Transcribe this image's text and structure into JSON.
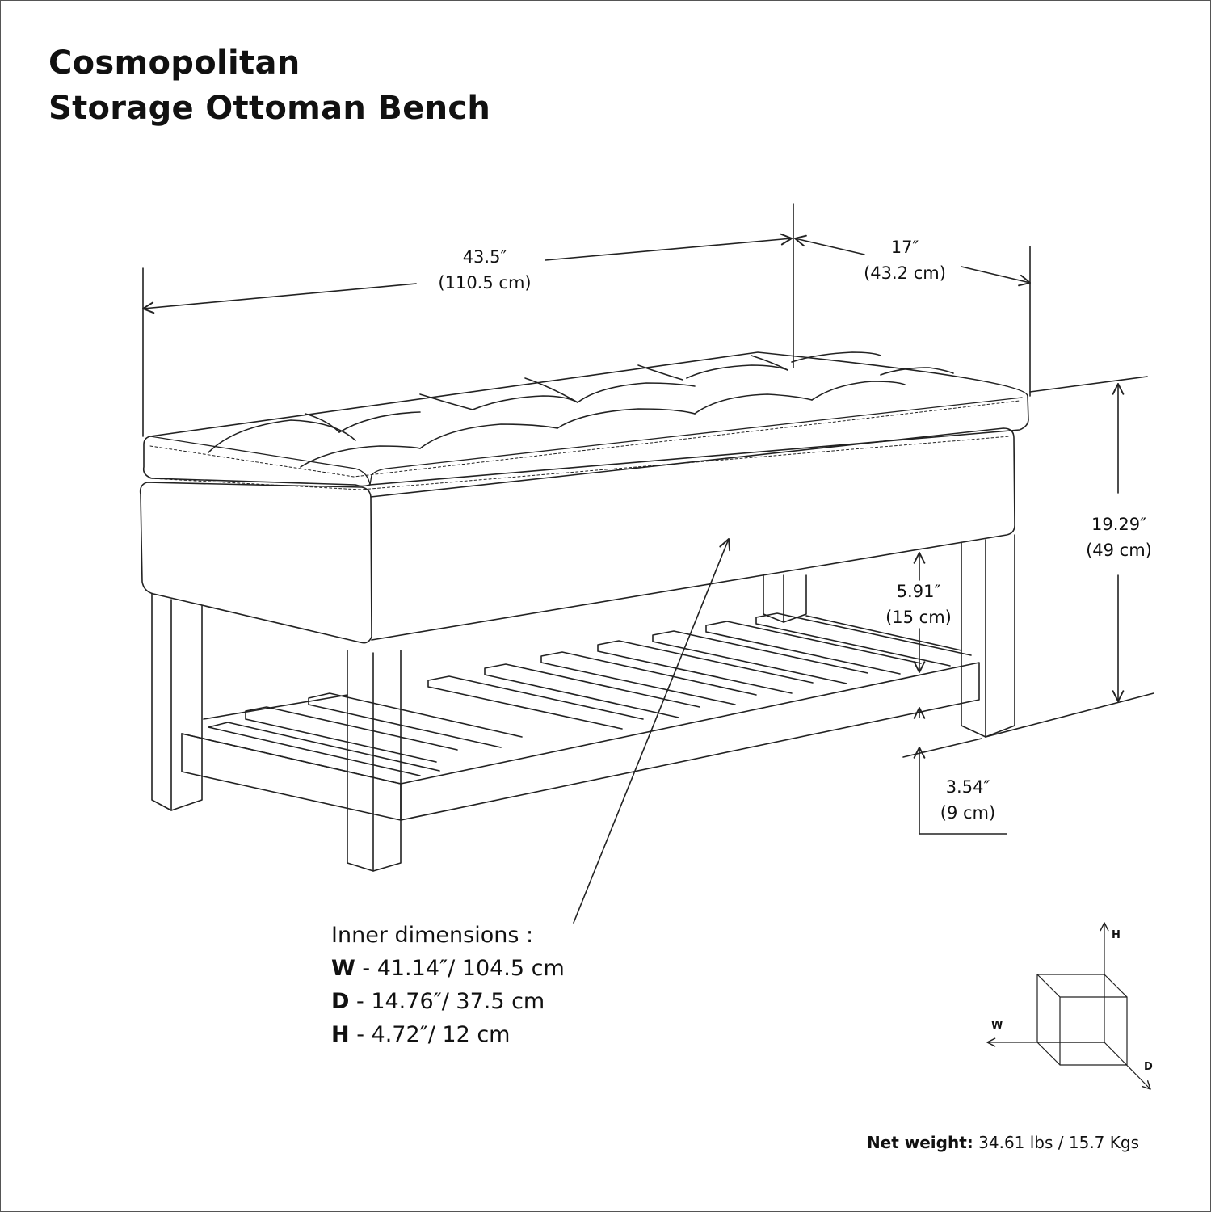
{
  "title": {
    "line1": "Cosmopolitan",
    "line2": "Storage Ottoman Bench"
  },
  "dimensions": {
    "width": {
      "in": "43.5″",
      "cm": "(110.5 cm)"
    },
    "depth": {
      "in": "17″",
      "cm": "(43.2 cm)"
    },
    "height": {
      "in": "19.29″",
      "cm": "(49 cm)"
    },
    "shelf_clearance": {
      "in": "5.91″",
      "cm": "(15 cm)"
    },
    "shelf_height": {
      "in": "3.54″",
      "cm": "(9 cm)"
    }
  },
  "inner": {
    "heading": "Inner dimensions :",
    "rows": [
      {
        "key": "W",
        "value": " - 41.14″/ 104.5 cm"
      },
      {
        "key": "D",
        "value": " - 14.76″/ 37.5 cm"
      },
      {
        "key": "H",
        "value": " - 4.72″/ 12 cm"
      }
    ]
  },
  "axes": {
    "h": "H",
    "w": "W",
    "d": "D"
  },
  "weight": {
    "label": "Net weight:",
    "value": " 34.61 lbs / 15.7 Kgs"
  }
}
